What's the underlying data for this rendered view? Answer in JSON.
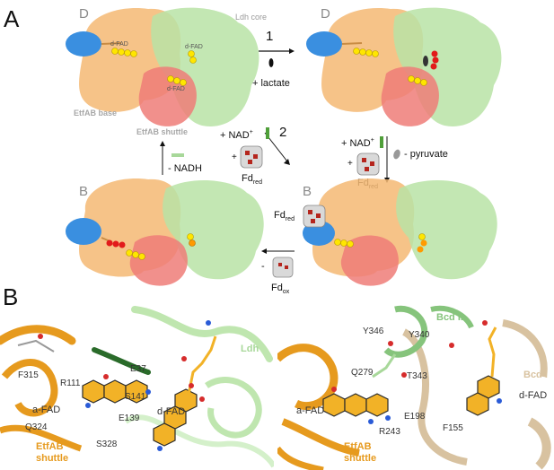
{
  "panels": {
    "a_label": "A",
    "b_label": "B"
  },
  "states": {
    "top_left": "D",
    "top_right": "D",
    "bottom_left": "B",
    "bottom_right": "B"
  },
  "domains": {
    "ldh_core": "Ldh core",
    "etfab_base": "EtfAB base",
    "etfab_shuttle": "EtfAB shuttle"
  },
  "cofactors": {
    "d_fad": "d-FAD",
    "d_fad_2": "d-FAD",
    "d_fad_3": "d-FAD"
  },
  "steps": {
    "step1_number": "1",
    "step1_text": "+ lactate",
    "step2_number": "2",
    "step2_nad": "+ NAD",
    "step2_nad_sup": "+",
    "step2_fd_plus": "+",
    "step3_nad": "+ NAD",
    "step3_nad_sup": "+",
    "step3_pyruvate": "- pyruvate",
    "step3_fd_plus": "+",
    "nadh_text": "- NADH",
    "fd_ox_minus": "-"
  },
  "ferredoxin": {
    "fd_red_1_main": "Fd",
    "fd_red_1_sub": "red",
    "fd_red_2_main": "Fd",
    "fd_red_2_sub": "red",
    "fd_red_3_main": "Fd",
    "fd_red_3_sub": "red",
    "fd_ox_main": "Fd",
    "fd_ox_sub": "ox"
  },
  "panel_b_left": {
    "residues": [
      "F315",
      "R111",
      "E37",
      "S141",
      "E139",
      "Q324",
      "S328"
    ],
    "a_fad": "a-FAD",
    "d_fad": "d-FAD",
    "ldh": "Ldh",
    "shuttle_line1": "EtfAB",
    "shuttle_line2": "shuttle"
  },
  "panel_b_right": {
    "residues": [
      "Y346",
      "Y340",
      "Q279",
      "T343",
      "E198",
      "F155",
      "R243"
    ],
    "bcd_ii": "Bcd II",
    "bcd_i": "Bcd I",
    "a_fad": "a-FAD",
    "d_fad": "d-FAD",
    "shuttle_line1": "EtfAB",
    "shuttle_line2": "shuttle"
  },
  "colors": {
    "etfab_base": "#f5b873",
    "ldh_core": "#b8e3a6",
    "etfab_shuttle": "#ee7d78",
    "ferredoxin_domain": "#3a8fe0",
    "fad": "#ffe600",
    "reduced_fad": "#e21b1b",
    "label_grey": "#9a9a9a",
    "nad_green": "#4f9f39",
    "shuttle_orange": "#e69a1e",
    "bcd_green": "#86c47c"
  }
}
